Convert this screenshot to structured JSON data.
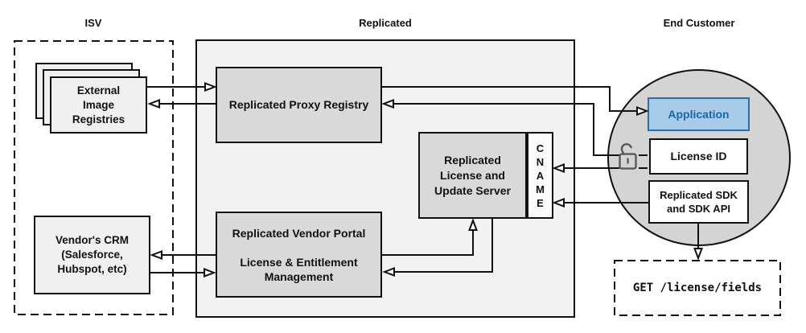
{
  "sections": {
    "isv": {
      "title": "ISV"
    },
    "replicated": {
      "title": "Replicated"
    },
    "end_customer": {
      "title": "End Customer"
    }
  },
  "nodes": {
    "external_image_registries": {
      "label": "External\nImage\nRegistries"
    },
    "vendors_crm": {
      "label": "Vendor's CRM\n(Salesforce,\nHubspot, etc)"
    },
    "proxy_registry": {
      "label": "Replicated Proxy Registry"
    },
    "license_update_server": {
      "label": "Replicated\nLicense and\nUpdate Server"
    },
    "cname": {
      "label": "CNAME",
      "letters": [
        "C",
        "N",
        "A",
        "M",
        "E"
      ]
    },
    "vendor_portal": {
      "label": "Replicated Vendor Portal\n\nLicense & Entitlement\nManagement"
    },
    "application": {
      "label": "Application"
    },
    "license_id": {
      "label": "License ID"
    },
    "replicated_sdk": {
      "label": "Replicated SDK\nand SDK API"
    },
    "get_request": {
      "label": "GET /license/fields"
    }
  },
  "icons": {
    "open_padlock": "open-padlock-icon"
  },
  "edges": [
    {
      "from": "external-image-registries",
      "to": "proxy-registry"
    },
    {
      "from": "proxy-registry",
      "to": "external-image-registries"
    },
    {
      "from": "proxy-registry",
      "to": "application"
    },
    {
      "from": "license-id",
      "to": "proxy-registry"
    },
    {
      "from": "license-id",
      "to": "cname"
    },
    {
      "from": "replicated-sdk",
      "to": "cname"
    },
    {
      "from": "vendor-portal",
      "to": "vendors-crm"
    },
    {
      "from": "vendors-crm",
      "to": "vendor-portal"
    },
    {
      "from": "vendor-portal",
      "to": "license-update-server"
    },
    {
      "from": "license-update-server",
      "to": "vendor-portal"
    },
    {
      "from": "replicated-sdk",
      "to": "get-request"
    }
  ],
  "colors": {
    "line": "#111111",
    "container_fill": "#f2f2f2",
    "node_gray_fill": "#d9d9d9",
    "light_gray_fill": "#f0f0f0",
    "circle_fill": "#d4d4d4",
    "app_fill": "#a9cbea",
    "app_border": "#2d6da8",
    "app_text": "#1b66a8",
    "padlock": "#555555"
  }
}
